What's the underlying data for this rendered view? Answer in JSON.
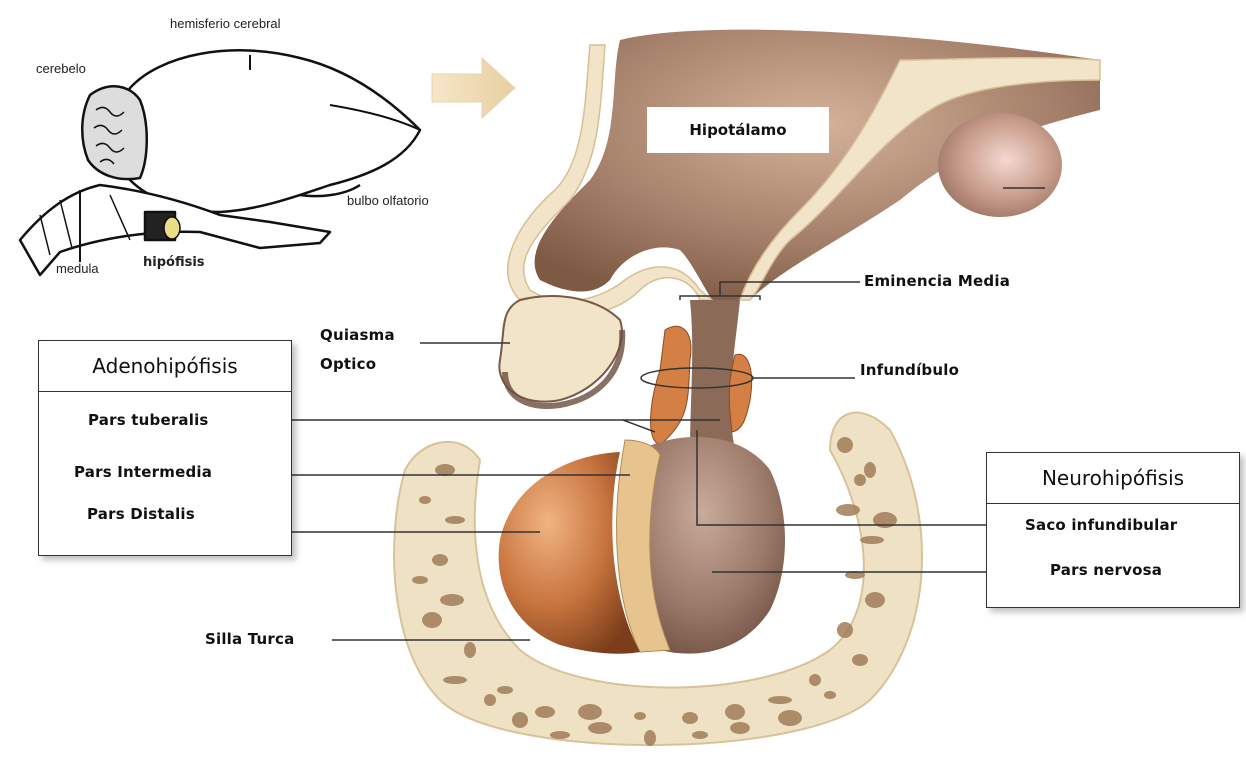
{
  "sketch_labels": {
    "hemisferio": "hemisferio cerebral",
    "cerebelo": "cerebelo",
    "bulbo": "bulbo olfatorio",
    "medula": "medula",
    "hipofisis": "hipófisis"
  },
  "labels": {
    "hipotalamo": "Hipotálamo",
    "eminencia": "Eminencia Media",
    "quiasma_line1": "Quiasma",
    "quiasma_line2": "Optico",
    "infundibulo": "Infundíbulo",
    "silla_turca": "Silla Turca"
  },
  "adenohipofisis": {
    "title": "Adenohipófisis",
    "items": [
      "Pars tuberalis",
      "Pars Intermedia",
      "Pars Distalis"
    ]
  },
  "neurohipofisis": {
    "title": "Neurohipófisis",
    "items": [
      "Saco infundibular",
      "Pars nervosa"
    ]
  },
  "colors": {
    "bone": "#efe2c4",
    "bone_hole": "#a07c58",
    "brain": "#a8866c",
    "adeno": "#c8743e",
    "neuro": "#9a7868",
    "intermedia": "#e7c48e"
  }
}
